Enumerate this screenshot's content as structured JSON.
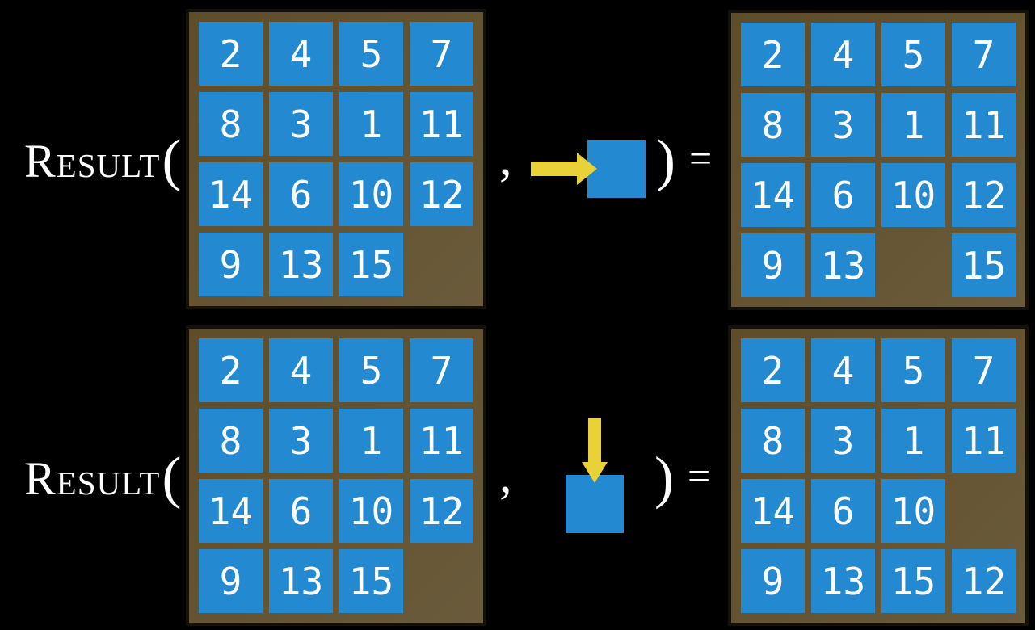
{
  "equation": {
    "function_name": "Result",
    "open_paren": "(",
    "comma": ",",
    "close_paren": ")",
    "equals": "="
  },
  "colors": {
    "background": "#000000",
    "board_frame_brown": "#645432",
    "board_frame_border": "#14100A",
    "tile_blue": "#2389D0",
    "tile_text": "#FFFFFF",
    "arrow_yellow": "#E9D238",
    "equation_text": "#FFFFFF"
  },
  "icons": {
    "row1_action": "right-arrow-icon",
    "row2_action": "down-arrow-icon"
  },
  "equations": [
    {
      "action_direction": "right",
      "start_grid": [
        [
          "2",
          "4",
          "5",
          "7"
        ],
        [
          "8",
          "3",
          "1",
          "11"
        ],
        [
          "14",
          "6",
          "10",
          "12"
        ],
        [
          "9",
          "13",
          "15",
          ""
        ]
      ],
      "result_grid": [
        [
          "2",
          "4",
          "5",
          "7"
        ],
        [
          "8",
          "3",
          "1",
          "11"
        ],
        [
          "14",
          "6",
          "10",
          "12"
        ],
        [
          "9",
          "13",
          "",
          "15"
        ]
      ]
    },
    {
      "action_direction": "down",
      "start_grid": [
        [
          "2",
          "4",
          "5",
          "7"
        ],
        [
          "8",
          "3",
          "1",
          "11"
        ],
        [
          "14",
          "6",
          "10",
          "12"
        ],
        [
          "9",
          "13",
          "15",
          ""
        ]
      ],
      "result_grid": [
        [
          "2",
          "4",
          "5",
          "7"
        ],
        [
          "8",
          "3",
          "1",
          "11"
        ],
        [
          "14",
          "6",
          "10",
          ""
        ],
        [
          "9",
          "13",
          "15",
          "12"
        ]
      ]
    }
  ]
}
